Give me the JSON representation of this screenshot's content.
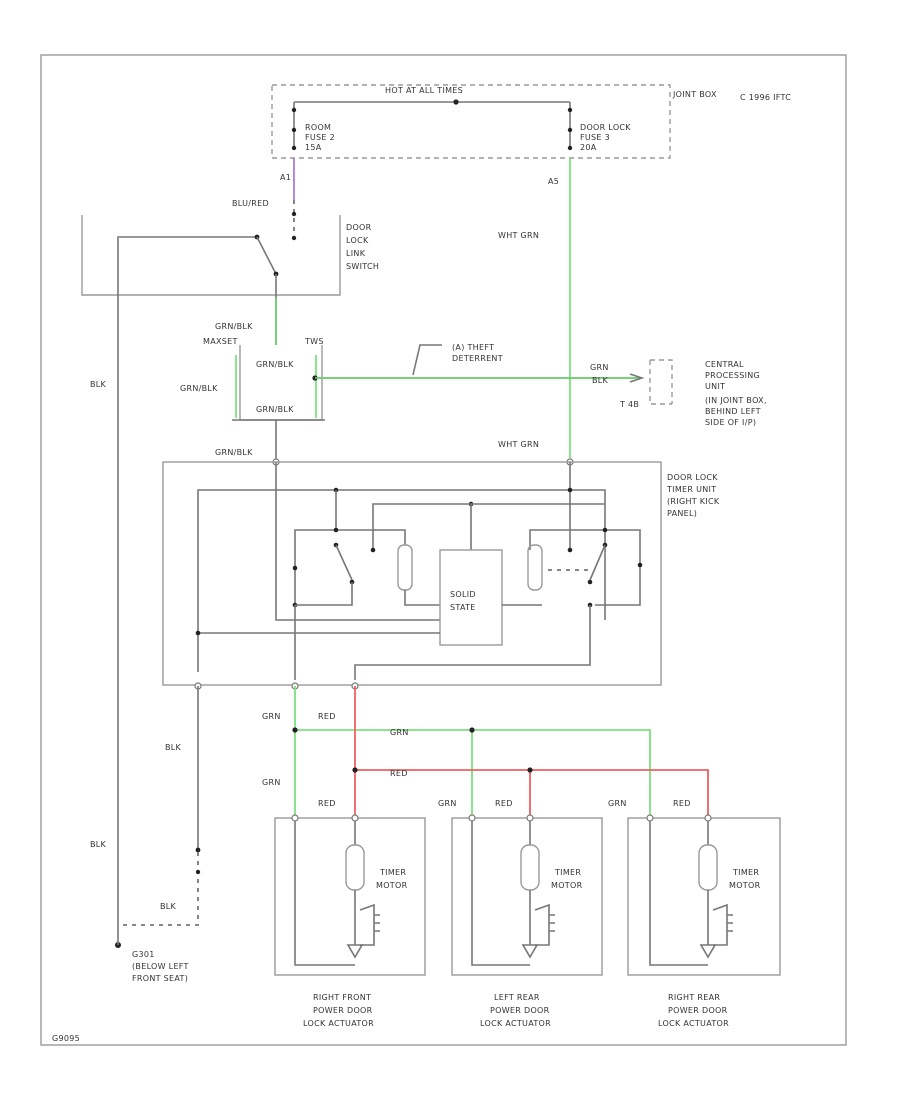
{
  "diagram": {
    "copyright": "C 1996 IFTC",
    "figure_id": "G9095",
    "colors": {
      "green": "#7ee07e",
      "red": "#ef6161",
      "violet": "#b07ad8",
      "dark_green": "#66cc66"
    },
    "junction_box": {
      "label": "JOINT BOX",
      "bus_label": "HOT AT ALL TIMES",
      "fuse_left": {
        "name": "ROOM",
        "number": "FUSE 2",
        "rating": "15A"
      },
      "fuse_right": {
        "name": "DOOR LOCK",
        "number": "FUSE 3",
        "rating": "20A"
      }
    },
    "switch": {
      "label_lines": [
        "DOOR",
        "LOCK",
        "LINK",
        "SWITCH"
      ]
    },
    "connector": {
      "top_left": "MAXSET",
      "top_right": "TWS",
      "wire_top": "GRN/BLK",
      "wire_mid": "GRN/BLK",
      "wire_bottom": "GRN/BLK",
      "wire_left": "GRN/BLK"
    },
    "theft": {
      "label_lines": [
        "(A) THEFT",
        "DETERRENT"
      ]
    },
    "cpu": {
      "label_lines": [
        "CENTRAL",
        "PROCESSING",
        "UNIT",
        "(IN JOINT BOX,",
        "BEHIND LEFT",
        "SIDE OF I/P)"
      ],
      "pin_top": "GRN",
      "pin_bottom_wire": "BLK",
      "pin_id": "T 4B"
    },
    "timer_unit": {
      "label_lines": [
        "DOOR LOCK",
        "TIMER UNIT",
        "(RIGHT KICK",
        "PANEL)"
      ],
      "solid_state_lines": [
        "SOLID",
        "STATE"
      ]
    },
    "wires": {
      "blu_red": "BLU/RED",
      "wht_grn_top": "WHT GRN",
      "wht_grn_bottom": "WHT GRN",
      "grn_blk": "GRN/BLK",
      "blk_left": "BLK",
      "blk_mid": "BLK",
      "blk_lower": "BLK",
      "blk_ground": "BLK",
      "grn_1": "GRN",
      "grn_2": "GRN",
      "grn_3": "GRN",
      "grn_4": "GRN",
      "grn_5": "GRN",
      "red_1": "RED",
      "red_2": "RED",
      "red_3": "RED",
      "red_4": "RED",
      "red_5": "RED",
      "pin_left": "A1",
      "pin_right": "A5"
    },
    "ground": {
      "label_lines": [
        "G301",
        "(BELOW LEFT",
        "FRONT SEAT)"
      ]
    },
    "actuators": [
      {
        "motor_lines": [
          "TIMER",
          "MOTOR"
        ],
        "caption_lines": [
          "RIGHT FRONT",
          "POWER DOOR",
          "LOCK ACTUATOR"
        ]
      },
      {
        "motor_lines": [
          "TIMER",
          "MOTOR"
        ],
        "caption_lines": [
          "LEFT REAR",
          "POWER DOOR",
          "LOCK ACTUATOR"
        ]
      },
      {
        "motor_lines": [
          "TIMER",
          "MOTOR"
        ],
        "caption_lines": [
          "RIGHT REAR",
          "POWER DOOR",
          "LOCK ACTUATOR"
        ]
      }
    ]
  }
}
